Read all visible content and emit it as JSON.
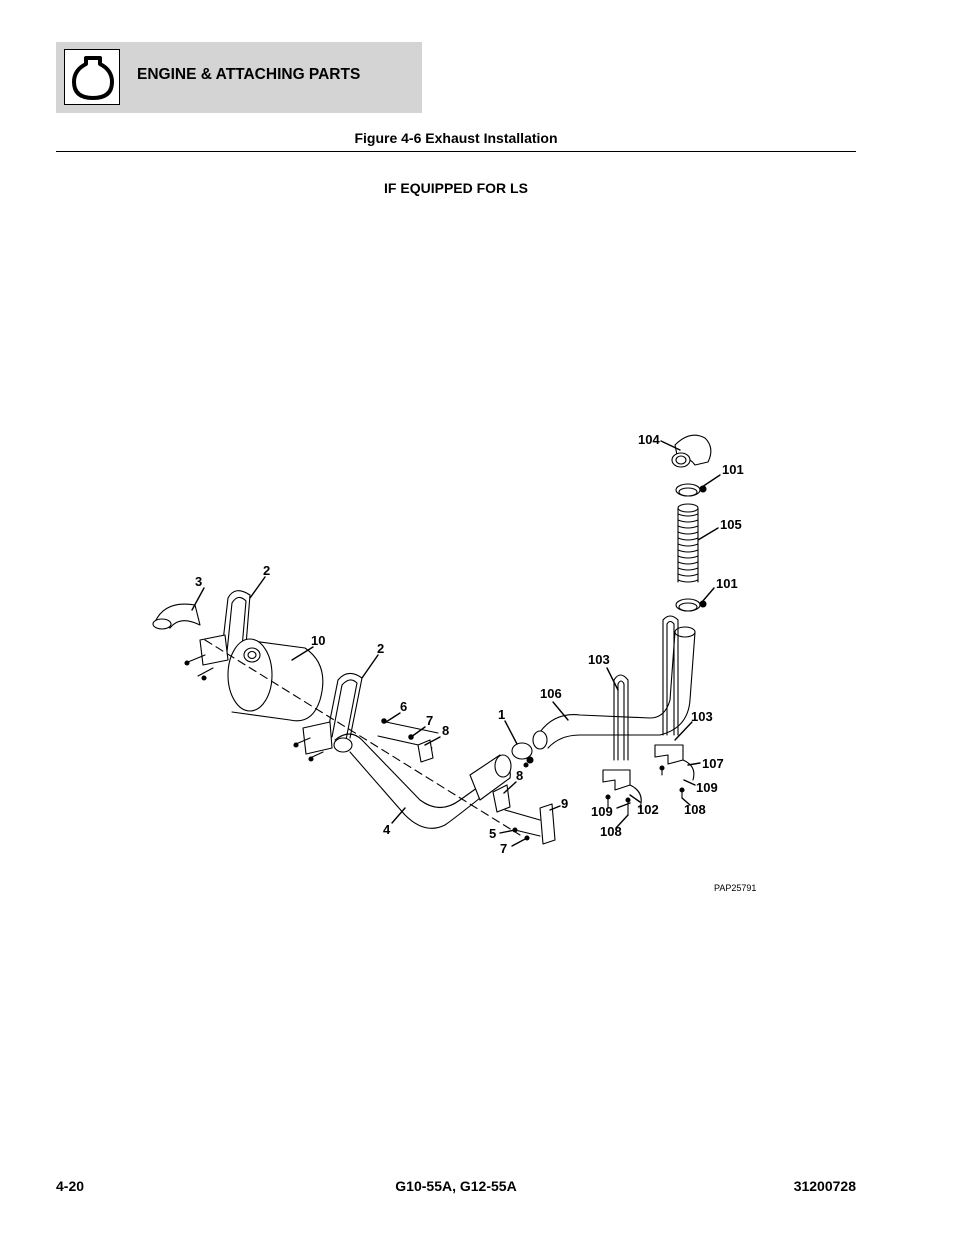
{
  "header": {
    "section_title": "ENGINE & ATTACHING PARTS",
    "icon": "engine-icon"
  },
  "figure": {
    "caption": "Figure 4-6 Exhaust Installation",
    "subheading": "IF EQUIPPED FOR LS",
    "drawing_number": "PAP25791"
  },
  "callouts": {
    "c1": "1",
    "c2a": "2",
    "c2b": "2",
    "c3": "3",
    "c4": "4",
    "c5": "5",
    "c6": "6",
    "c7a": "7",
    "c7b": "7",
    "c8a": "8",
    "c8b": "8",
    "c9": "9",
    "c10": "10",
    "c101a": "101",
    "c101b": "101",
    "c102": "102",
    "c103a": "103",
    "c103b": "103",
    "c104": "104",
    "c105": "105",
    "c106": "106",
    "c107": "107",
    "c108a": "108",
    "c108b": "108",
    "c109a": "109",
    "c109b": "109"
  },
  "footer": {
    "page_number": "4-20",
    "models": "G10-55A, G12-55A",
    "doc_number": "31200728"
  }
}
